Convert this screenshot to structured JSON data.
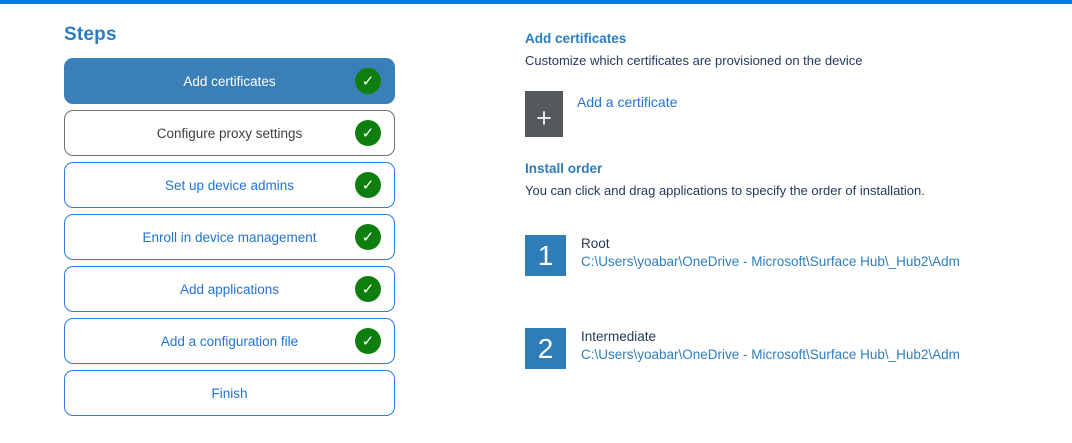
{
  "colors": {
    "top_bar": "#0078d7",
    "active_step_bg": "#3a7fb8",
    "step_border_blue": "#2b7cd4",
    "step_text_blue": "#2273d3",
    "neutral_step_border": "#707070",
    "neutral_step_text": "#404040",
    "check_green": "#0e7e0e",
    "heading_blue": "#2b7cc0",
    "body_navy": "#243a5e",
    "path_blue": "#2e7dbd",
    "add_square_gray": "#55595c",
    "order_square_blue": "#2e7cb8"
  },
  "steps_panel": {
    "title": "Steps",
    "steps": [
      {
        "label": "Add certificates",
        "state": "active",
        "completed": true
      },
      {
        "label": "Configure proxy settings",
        "state": "neutral",
        "completed": true
      },
      {
        "label": "Set up device admins",
        "state": "normal",
        "completed": true
      },
      {
        "label": "Enroll in device management",
        "state": "normal",
        "completed": true
      },
      {
        "label": "Add applications",
        "state": "normal",
        "completed": true
      },
      {
        "label": "Add a configuration file",
        "state": "normal",
        "completed": true
      },
      {
        "label": "Finish",
        "state": "normal",
        "completed": false
      }
    ],
    "check_glyph": "✓"
  },
  "content": {
    "title": "Add certificates",
    "subtitle": "Customize which certificates are provisioned on the device",
    "add_certificate": {
      "icon_glyph": "+",
      "label": "Add a certificate"
    },
    "install_order": {
      "title": "Install order",
      "subtitle": "You can click and drag applications to specify the order of installation.",
      "items": [
        {
          "number": "1",
          "name": "Root",
          "path": "C:\\Users\\yoabar\\OneDrive - Microsoft\\Surface Hub\\_Hub2\\Adm"
        },
        {
          "number": "2",
          "name": "Intermediate",
          "path": "C:\\Users\\yoabar\\OneDrive - Microsoft\\Surface Hub\\_Hub2\\Adm"
        }
      ]
    }
  }
}
